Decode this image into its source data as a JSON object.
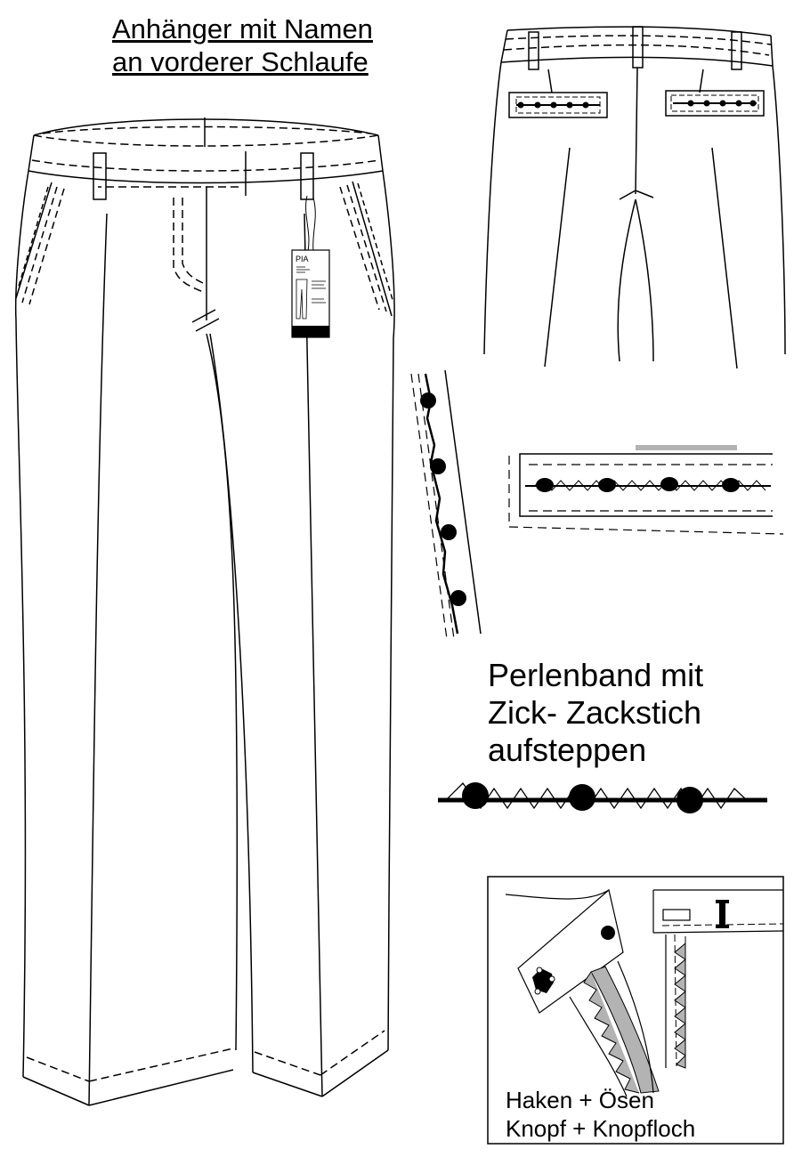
{
  "title_note": {
    "line1": "Anhänger mit Namen",
    "line2": "an vorderer Schlaufe"
  },
  "detail_note": {
    "line1": "Perlenband mit",
    "line2": "Zick- Zackstich",
    "line3": "aufsteppen"
  },
  "closure_note": {
    "line1": "Haken + Ösen",
    "line2": "Knopf + Knopfloch"
  },
  "hang_tag": {
    "brand": "PIA"
  },
  "colors": {
    "line": "#000000",
    "shade": "#b3b3b3",
    "background": "#ffffff"
  }
}
